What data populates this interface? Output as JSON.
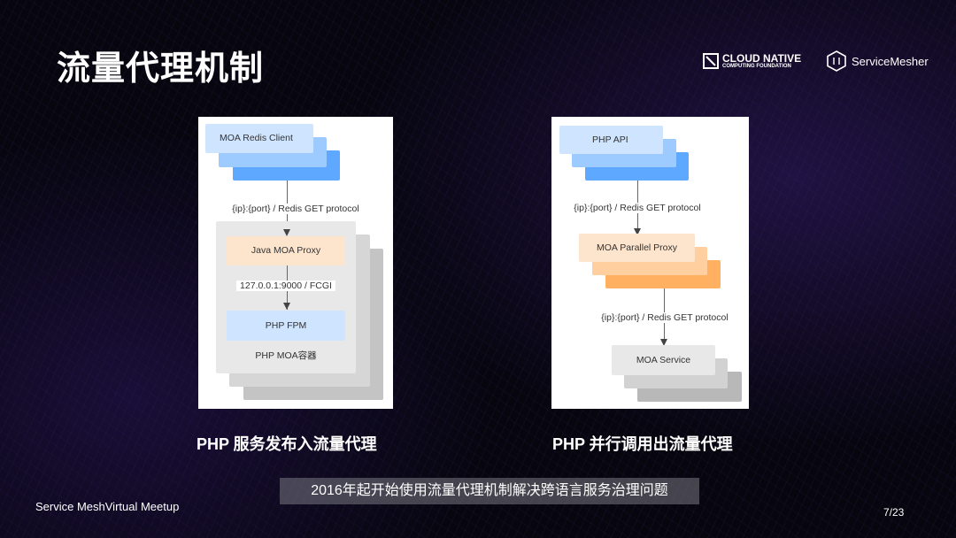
{
  "title": "流量代理机制",
  "logos": {
    "cncf_line1": "CLOUD NATIVE",
    "cncf_line2": "COMPUTING FOUNDATION",
    "servicemesher": "ServiceMesher"
  },
  "left_diagram": {
    "client": "MOA Redis Client",
    "edge1": "{ip}:{port} / Redis GET protocol",
    "proxy": "Java MOA Proxy",
    "edge2": "127.0.0.1:9000 / FCGI",
    "fpm": "PHP FPM",
    "container": "PHP MOA容器",
    "caption": "PHP 服务发布入流量代理"
  },
  "right_diagram": {
    "api": "PHP API",
    "edge1": "{ip}:{port} / Redis GET protocol",
    "proxy": "MOA Parallel Proxy",
    "edge2": "{ip}:{port} / Redis GET protocol",
    "service": "MOA Service",
    "caption": "PHP 并行调用出流量代理"
  },
  "subtitle": "2016年起开始使用流量代理机制解决跨语言服务治理问题",
  "footer": {
    "event": "Service MeshVirtual Meetup",
    "page": "7/23"
  }
}
